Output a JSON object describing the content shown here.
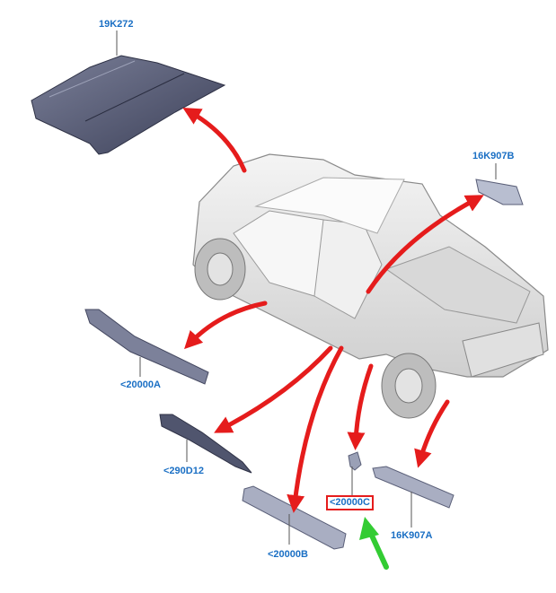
{
  "diagram": {
    "labels": [
      {
        "id": "roof",
        "text": "19K272"
      },
      {
        "id": "tailgate-trim",
        "text": "16K907B"
      },
      {
        "id": "sill-front",
        "text": "<20000A"
      },
      {
        "id": "sill-strip",
        "text": "<290D12"
      },
      {
        "id": "sill-rear",
        "text": "<20000B"
      },
      {
        "id": "sill-small",
        "text": "<20000C"
      },
      {
        "id": "wheel-trim",
        "text": "16K907A"
      }
    ],
    "highlighted_label": "<20000C",
    "colors": {
      "callout_arrow": "#e51c1c",
      "pointer_arrow": "#33cc33",
      "part_fill": "#5a5f78",
      "label_text": "#1a6fc4",
      "vehicle_fill": "#e6e6e6"
    }
  }
}
